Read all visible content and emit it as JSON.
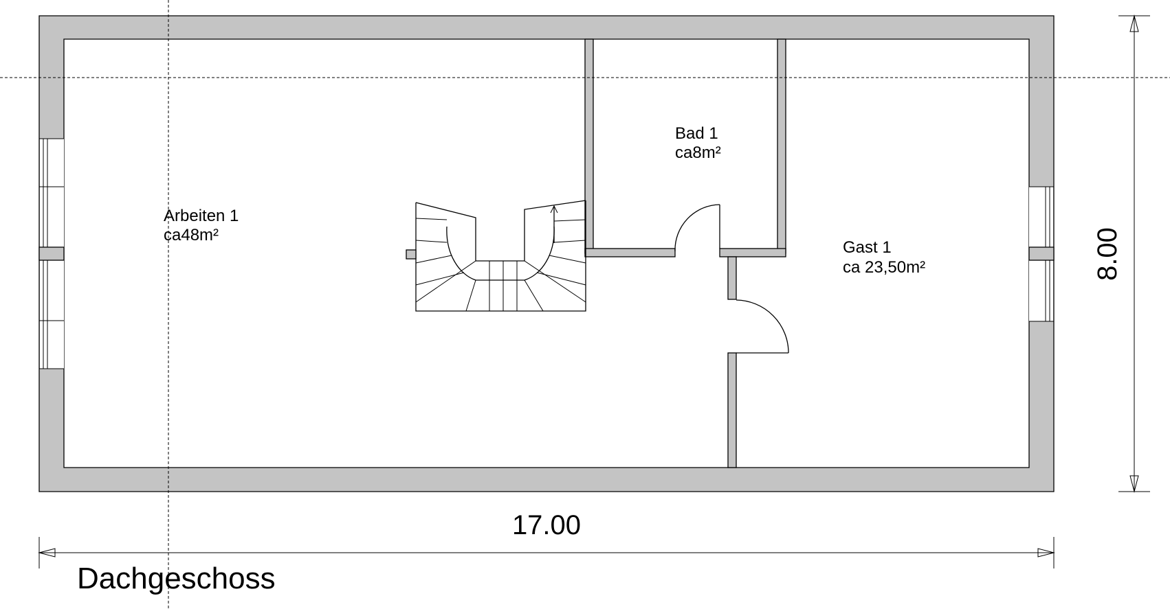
{
  "drawing": {
    "title": "Dachgeschoss",
    "width_label": "17.00",
    "depth_label": "8.00",
    "colors": {
      "wall_fill": "#c4c4c4",
      "line": "#000000",
      "background": "#ffffff"
    }
  },
  "rooms": {
    "arbeiten": {
      "name": "Arbeiten 1",
      "area": "ca48m²"
    },
    "bad": {
      "name": "Bad 1",
      "area": "ca8m²"
    },
    "gast": {
      "name": "Gast 1",
      "area": "ca 23,50m²"
    }
  }
}
